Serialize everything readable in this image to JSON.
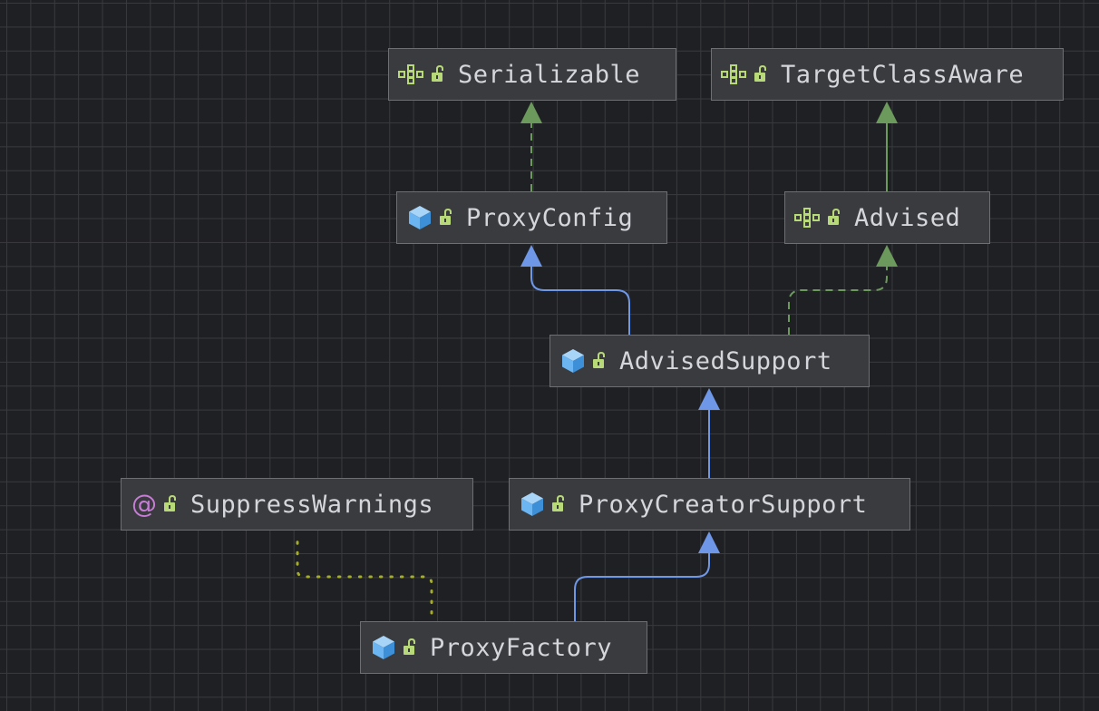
{
  "colors": {
    "background": "#1f2023",
    "grid": "#383a3e",
    "node_fill": "#3a3b3f",
    "node_border": "#6d6f73",
    "text": "#d4d6db",
    "extends_edge": "#6f97e8",
    "implements_edge": "#6c9a5c",
    "annotation_edge": "#a4ad2a",
    "interface_icon": "#b8d977",
    "class_icon": "#6bb5f2",
    "annotation_icon": "#c77dd6",
    "lock_icon": "#b8d977"
  },
  "nodes": [
    {
      "id": "serializable",
      "label": "Serializable",
      "kind": "interface"
    },
    {
      "id": "targetclassaware",
      "label": "TargetClassAware",
      "kind": "interface"
    },
    {
      "id": "proxyconfig",
      "label": "ProxyConfig",
      "kind": "class"
    },
    {
      "id": "advised",
      "label": "Advised",
      "kind": "interface"
    },
    {
      "id": "advisedsupport",
      "label": "AdvisedSupport",
      "kind": "class"
    },
    {
      "id": "suppresswarnings",
      "label": "SuppressWarnings",
      "kind": "annotation"
    },
    {
      "id": "proxycreatorsupport",
      "label": "ProxyCreatorSupport",
      "kind": "class"
    },
    {
      "id": "proxyfactory",
      "label": "ProxyFactory",
      "kind": "class"
    }
  ],
  "edges": [
    {
      "from": "proxyconfig",
      "to": "serializable",
      "type": "implements"
    },
    {
      "from": "advised",
      "to": "targetclassaware",
      "type": "extends-interface"
    },
    {
      "from": "advisedsupport",
      "to": "proxyconfig",
      "type": "extends"
    },
    {
      "from": "advisedsupport",
      "to": "advised",
      "type": "implements"
    },
    {
      "from": "proxycreatorsupport",
      "to": "advisedsupport",
      "type": "extends"
    },
    {
      "from": "proxyfactory",
      "to": "proxycreatorsupport",
      "type": "extends"
    },
    {
      "from": "proxyfactory",
      "to": "suppresswarnings",
      "type": "annotated-with"
    }
  ]
}
